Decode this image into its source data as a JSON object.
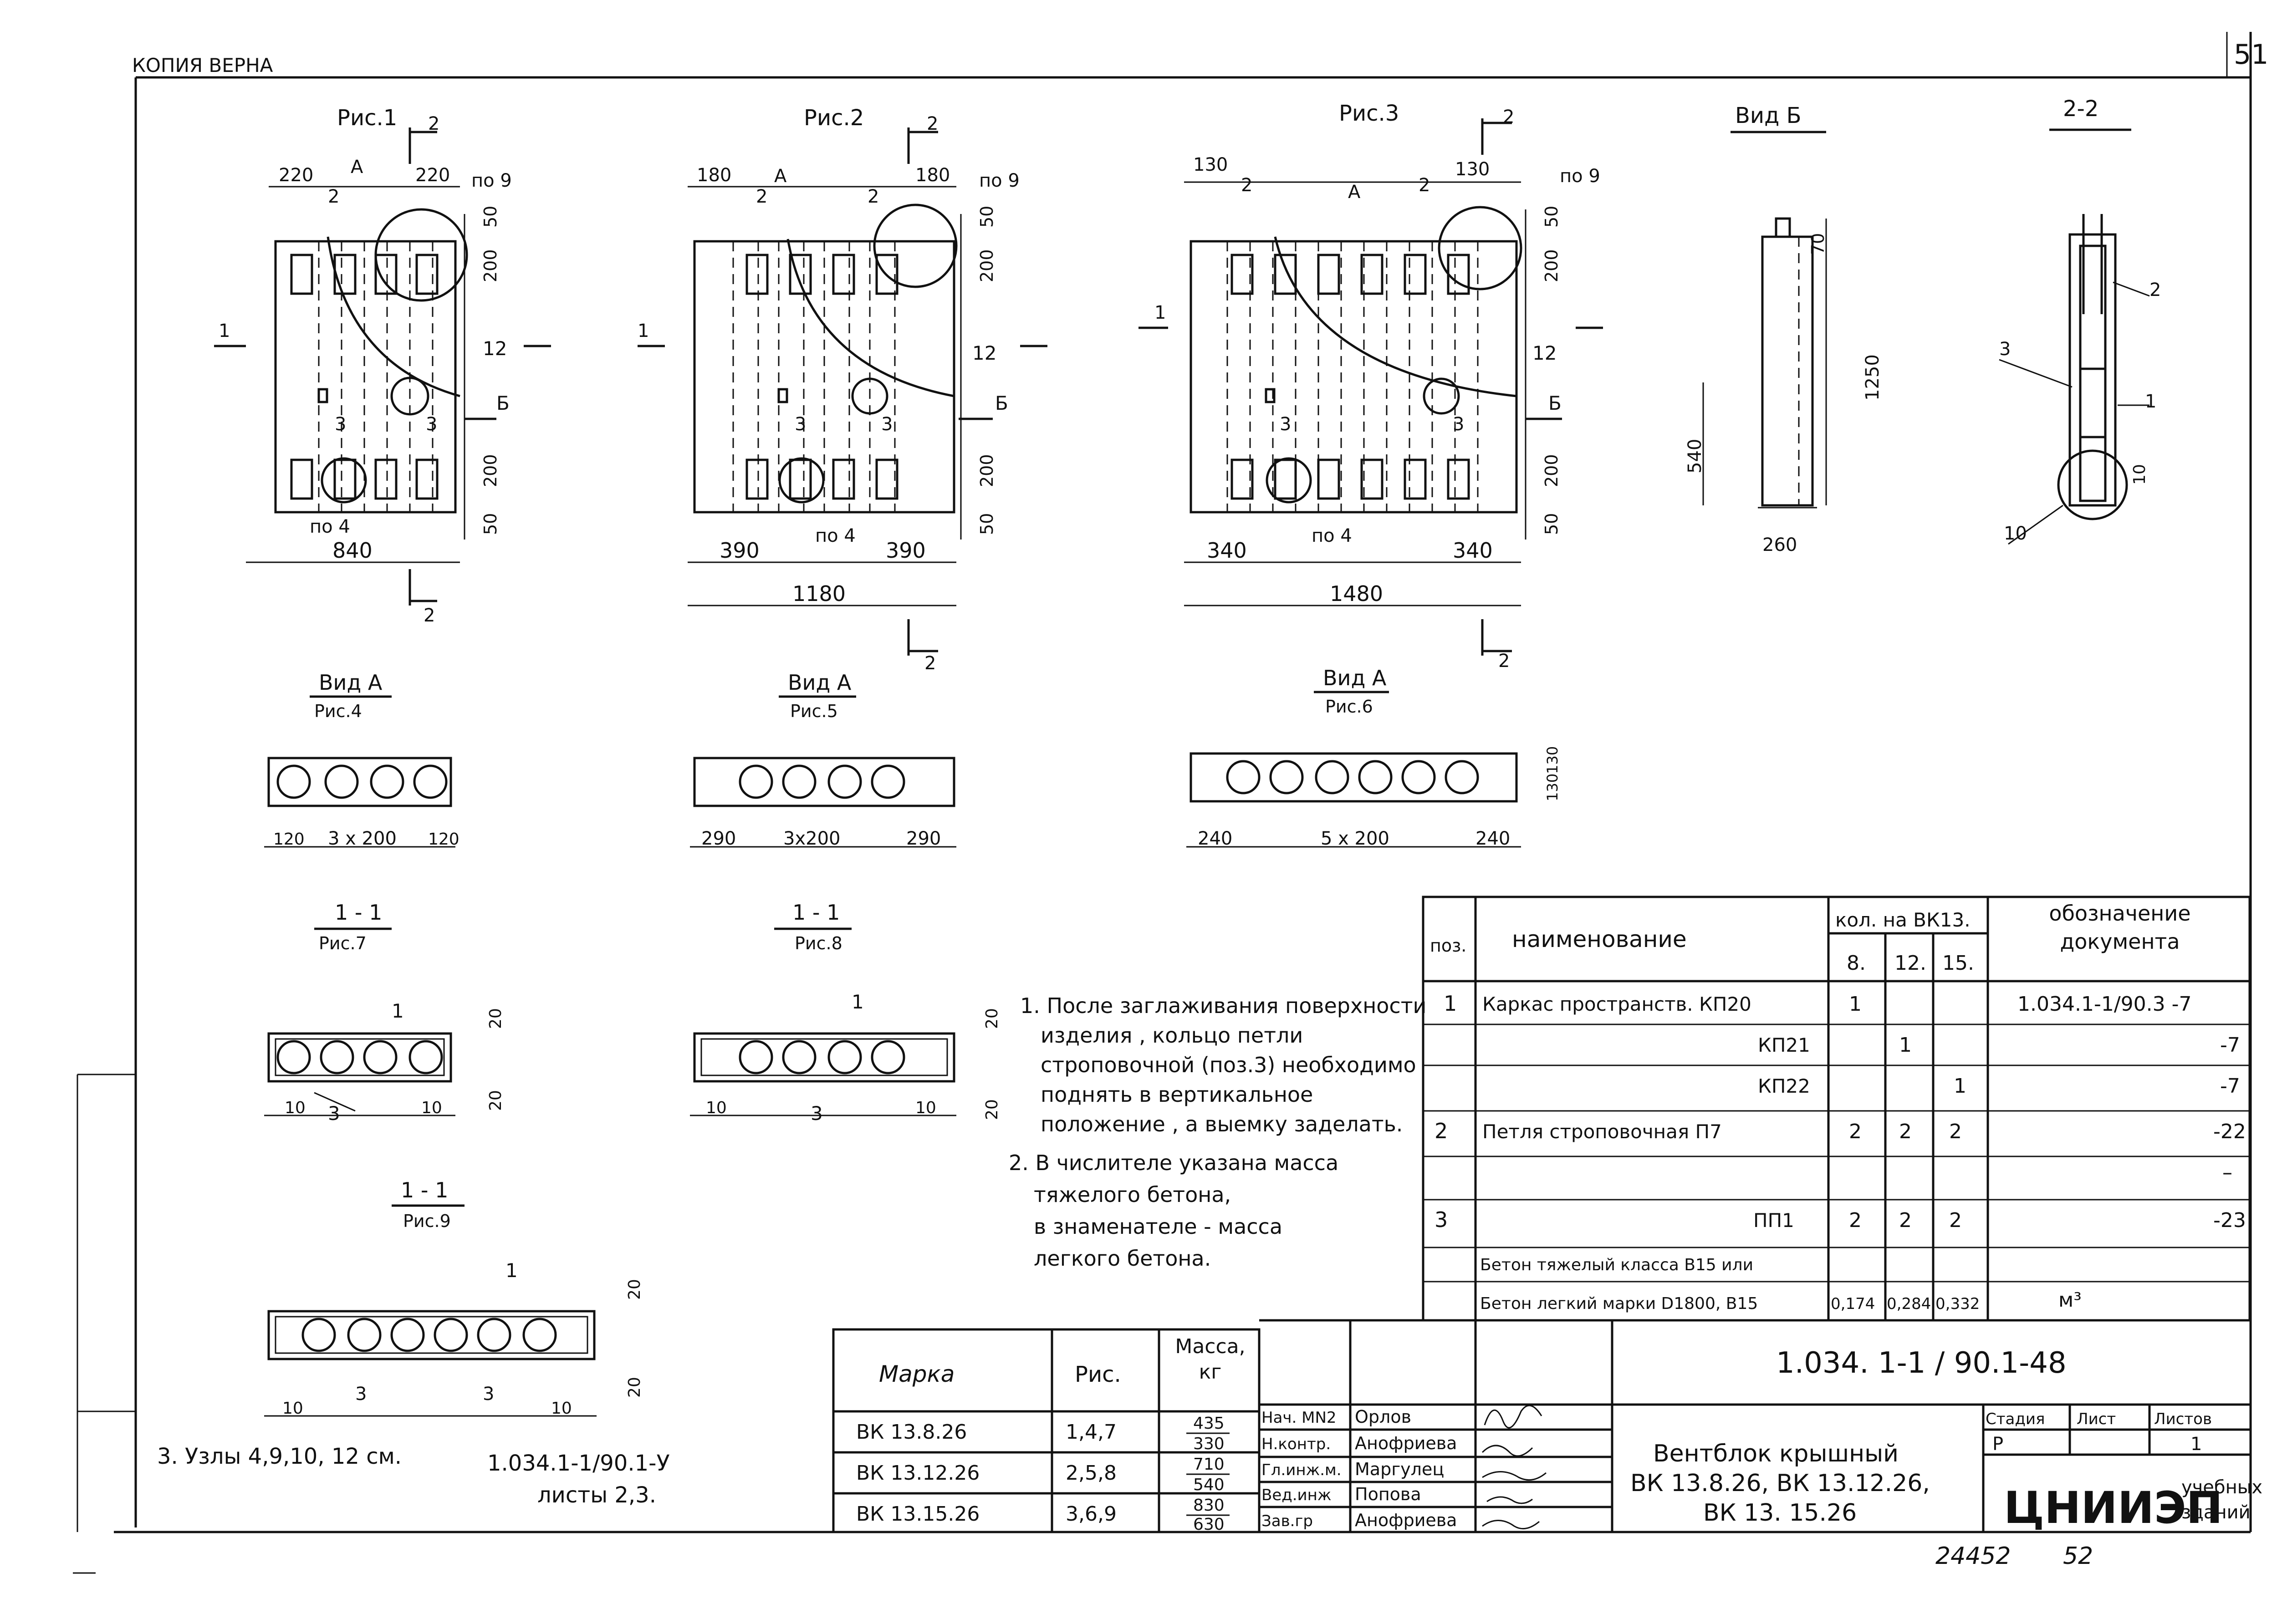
{
  "header": {
    "copy_stamp": "КОПИЯ ВЕРНА",
    "sheet_corner": "51"
  },
  "figures": {
    "fig1": {
      "title": "Рис.1",
      "dims": [
        "220",
        "220",
        "840",
        "200",
        "200",
        "50",
        "50"
      ],
      "labels": [
        "2",
        "по 9",
        "12",
        "Б",
        "3",
        "3",
        "по 4",
        "А",
        "1",
        "2",
        "2"
      ]
    },
    "fig2": {
      "title": "Рис.2",
      "dims": [
        "180",
        "180",
        "390",
        "390",
        "1180",
        "200",
        "200",
        "50",
        "50"
      ],
      "labels": [
        "2",
        "2",
        "по 9",
        "12",
        "Б",
        "3",
        "3",
        "по 4",
        "А",
        "1",
        "2",
        "2"
      ]
    },
    "fig3": {
      "title": "Рис.3",
      "dims": [
        "130",
        "130",
        "340",
        "340",
        "1480",
        "200",
        "200",
        "50",
        "50"
      ],
      "labels": [
        "2",
        "2",
        "по 9",
        "12",
        "Б",
        "3",
        "3",
        "по 4",
        "А",
        "1",
        "2",
        "2"
      ]
    },
    "vidB": {
      "title": "Вид Б",
      "dims": [
        "70",
        "1250",
        "540",
        "260"
      ]
    },
    "sec22": {
      "title": "2-2",
      "labels": [
        "2",
        "3",
        "1",
        "10",
        "10"
      ]
    },
    "vidA4": {
      "title": "Вид А",
      "sub": "Рис.4",
      "dims": [
        "120",
        "3 х 200",
        "120"
      ]
    },
    "vidA5": {
      "title": "Вид А",
      "sub": "Рис.5",
      "dims": [
        "290",
        "3х200",
        "290"
      ]
    },
    "vidA6": {
      "title": "Вид А",
      "sub": "Рис.6",
      "dims": [
        "240",
        "5 х 200",
        "240",
        "130",
        "130"
      ]
    },
    "sec7": {
      "title": "1 - 1",
      "sub": "Рис.7",
      "dims": [
        "20",
        "20",
        "10",
        "10"
      ],
      "labels": [
        "1",
        "3"
      ]
    },
    "sec8": {
      "title": "1 - 1",
      "sub": "Рис.8",
      "dims": [
        "20",
        "20",
        "10",
        "10"
      ],
      "labels": [
        "1",
        "3"
      ]
    },
    "sec9": {
      "title": "1 - 1",
      "sub": "Рис.9",
      "dims": [
        "20",
        "20",
        "10",
        "10"
      ],
      "labels": [
        "1",
        "3",
        "3"
      ]
    }
  },
  "notes": [
    "1. После заглаживания поверхности",
    "изделия , кольцо петли",
    "строповочной (поз.3) необходимо",
    "поднять в вертикальное",
    "положение , а выемку заделать.",
    "2. В числителе указана масса",
    "тяжелого бетона,",
    "в знаменателе - масса",
    "легкого бетона."
  ],
  "note3": {
    "line1": "3. Узлы 4,9,10, 12 см.",
    "ref": "1.034.1-1/90.1-У",
    "line2": "листы 2,3."
  },
  "spec_table": {
    "headers": {
      "pos": "поз.",
      "name": "наименование",
      "qty": "кол. на ВК13.",
      "q8": "8.",
      "q12": "12.",
      "q15": "15.",
      "doc": "обозначение документа"
    },
    "rows": [
      {
        "pos": "1",
        "name": "Каркас пространств. КП20",
        "q8": "1",
        "q12": "",
        "q15": "",
        "doc": "1.034.1-1/90.3 -7"
      },
      {
        "pos": "",
        "name": "КП21",
        "q8": "",
        "q12": "1",
        "q15": "",
        "doc": "-7"
      },
      {
        "pos": "",
        "name": "КП22",
        "q8": "",
        "q12": "",
        "q15": "1",
        "doc": "-7"
      },
      {
        "pos": "2",
        "name": "Петля строповочная П7",
        "q8": "2",
        "q12": "2",
        "q15": "2",
        "doc": "-22"
      },
      {
        "pos": "",
        "name": "",
        "q8": "",
        "q12": "",
        "q15": "",
        "doc": "–"
      },
      {
        "pos": "3",
        "name": "ПП1",
        "q8": "2",
        "q12": "2",
        "q15": "2",
        "doc": "-23"
      },
      {
        "pos": "",
        "name": "Бетон тяжелый класса В15 или",
        "q8": "",
        "q12": "",
        "q15": "",
        "doc": ""
      },
      {
        "pos": "",
        "name": "Бетон легкий марки D1800, В15",
        "q8": "0,174",
        "q12": "0,284",
        "q15": "0,332",
        "doc": "м³"
      }
    ]
  },
  "mark_table": {
    "headers": {
      "mark": "Марка",
      "fig": "Рис.",
      "mass": "Масса, кг"
    },
    "rows": [
      {
        "mark": "ВК 13.8.26",
        "fig": "1,4,7",
        "mass_top": "435",
        "mass_bot": "330"
      },
      {
        "mark": "ВК 13.12.26",
        "fig": "2,5,8",
        "mass_top": "710",
        "mass_bot": "540"
      },
      {
        "mark": "ВК 13.15.26",
        "fig": "3,6,9",
        "mass_top": "830",
        "mass_bot": "630"
      }
    ]
  },
  "signatures": [
    {
      "role": "Нач. МN2",
      "name": "Орлов"
    },
    {
      "role": "Н.контр.",
      "name": "Анофриева"
    },
    {
      "role": "Гл.инж.м.",
      "name": "Маргулец"
    },
    {
      "role": "Вед.инж",
      "name": "Попова"
    },
    {
      "role": "Зав.гр",
      "name": "Анофриева"
    }
  ],
  "title_block": {
    "doc_code": "1.034. 1-1 / 90.1-48",
    "title_l1": "Вентблок крышный",
    "title_l2": "ВК 13.8.26, ВК 13.12.26,",
    "title_l3": "ВК 13. 15.26",
    "stage_h": "Стадия",
    "sheet_h": "Лист",
    "sheets_h": "Листов",
    "stage": "Р",
    "sheets": "1",
    "org": "ЦНИИЭП",
    "org_sub1": "учебных",
    "org_sub2": "зданий"
  },
  "footer": {
    "inv": "24452",
    "page": "52"
  }
}
